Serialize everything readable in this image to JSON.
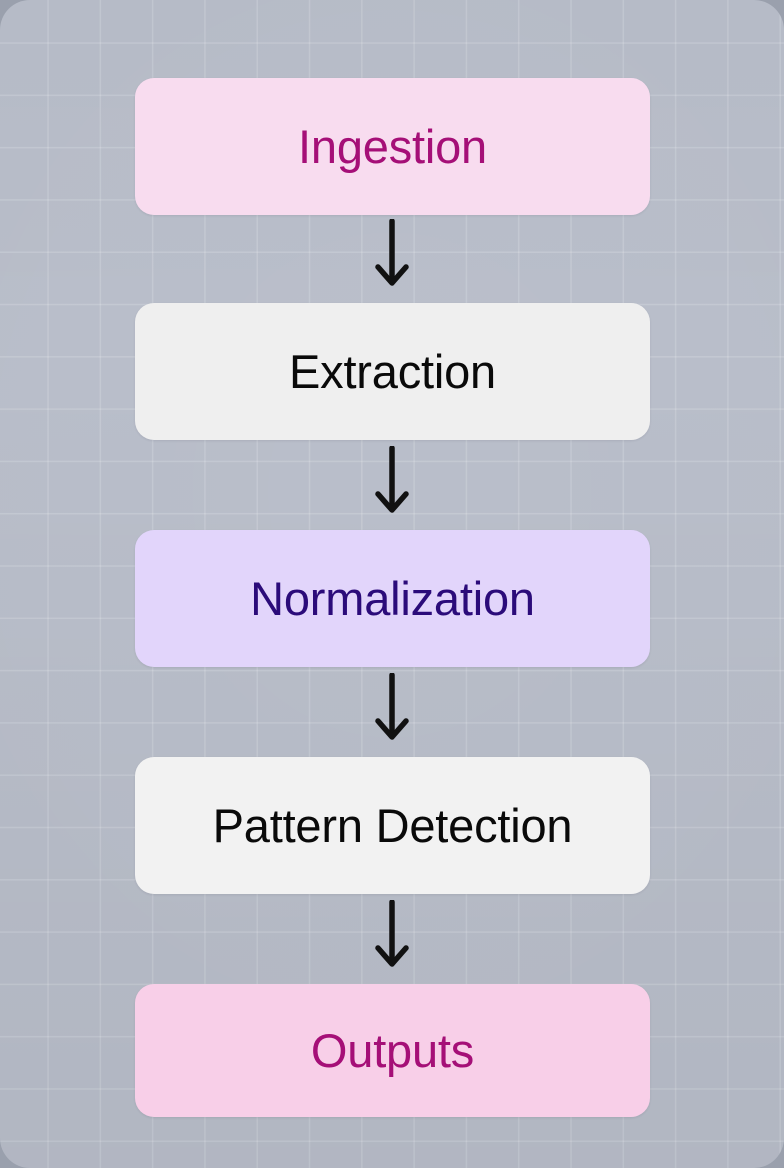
{
  "diagram": {
    "type": "flowchart",
    "orientation": "vertical-top-to-bottom",
    "title": "",
    "background_color": "#b8bdc9",
    "grid": "on",
    "arrow_color": "#111111",
    "nodes": [
      {
        "id": "ingestion",
        "label": "Ingestion",
        "fill": "#f8dcef",
        "text_color": "#a50f77",
        "font_weight": "400"
      },
      {
        "id": "extraction",
        "label": "Extraction",
        "fill": "#efefef",
        "text_color": "#0a0a0a",
        "font_weight": "400"
      },
      {
        "id": "normalization",
        "label": "Normalization",
        "fill": "#e2d5fb",
        "text_color": "#2b0b7a",
        "font_weight": "400"
      },
      {
        "id": "pattern-detection",
        "label": "Pattern Detection",
        "fill": "#f2f2f2",
        "text_color": "#0a0a0a",
        "font_weight": "400"
      },
      {
        "id": "outputs",
        "label": "Outputs",
        "fill": "#f8cfe8",
        "text_color": "#a50f77",
        "font_weight": "400"
      }
    ],
    "edges": [
      {
        "from": "ingestion",
        "to": "extraction",
        "icon": "arrow-down-icon",
        "label": ""
      },
      {
        "from": "extraction",
        "to": "normalization",
        "icon": "arrow-down-icon",
        "label": ""
      },
      {
        "from": "normalization",
        "to": "pattern-detection",
        "icon": "arrow-down-icon",
        "label": ""
      },
      {
        "from": "pattern-detection",
        "to": "outputs",
        "icon": "arrow-down-icon",
        "label": ""
      }
    ]
  }
}
